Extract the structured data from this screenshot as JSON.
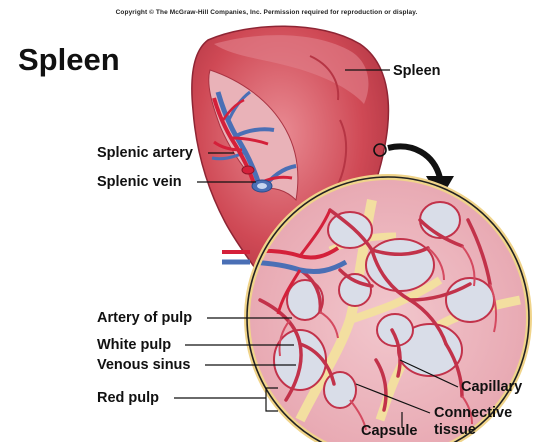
{
  "copyright": "Copyright © The McGraw-Hill Companies, Inc. Permission required for reproduction or display.",
  "title": "Spleen",
  "labels": {
    "spleen": "Spleen",
    "splenic_artery": "Splenic artery",
    "splenic_vein": "Splenic vein",
    "artery_of_pulp": "Artery of pulp",
    "white_pulp": "White pulp",
    "venous_sinus": "Venous sinus",
    "red_pulp": "Red pulp",
    "capillary": "Capillary",
    "connective_tissue_1": "Connective",
    "connective_tissue_2": "tissue",
    "capsule": "Capsule"
  },
  "colors": {
    "organ": "#c9404d",
    "organ_light": "#e4818a",
    "artery": "#d4203a",
    "vein": "#4a6fb5",
    "white_pulp": "#d9dde8",
    "red_pulp": "#c2324a",
    "connective": "#f3dfa0"
  }
}
